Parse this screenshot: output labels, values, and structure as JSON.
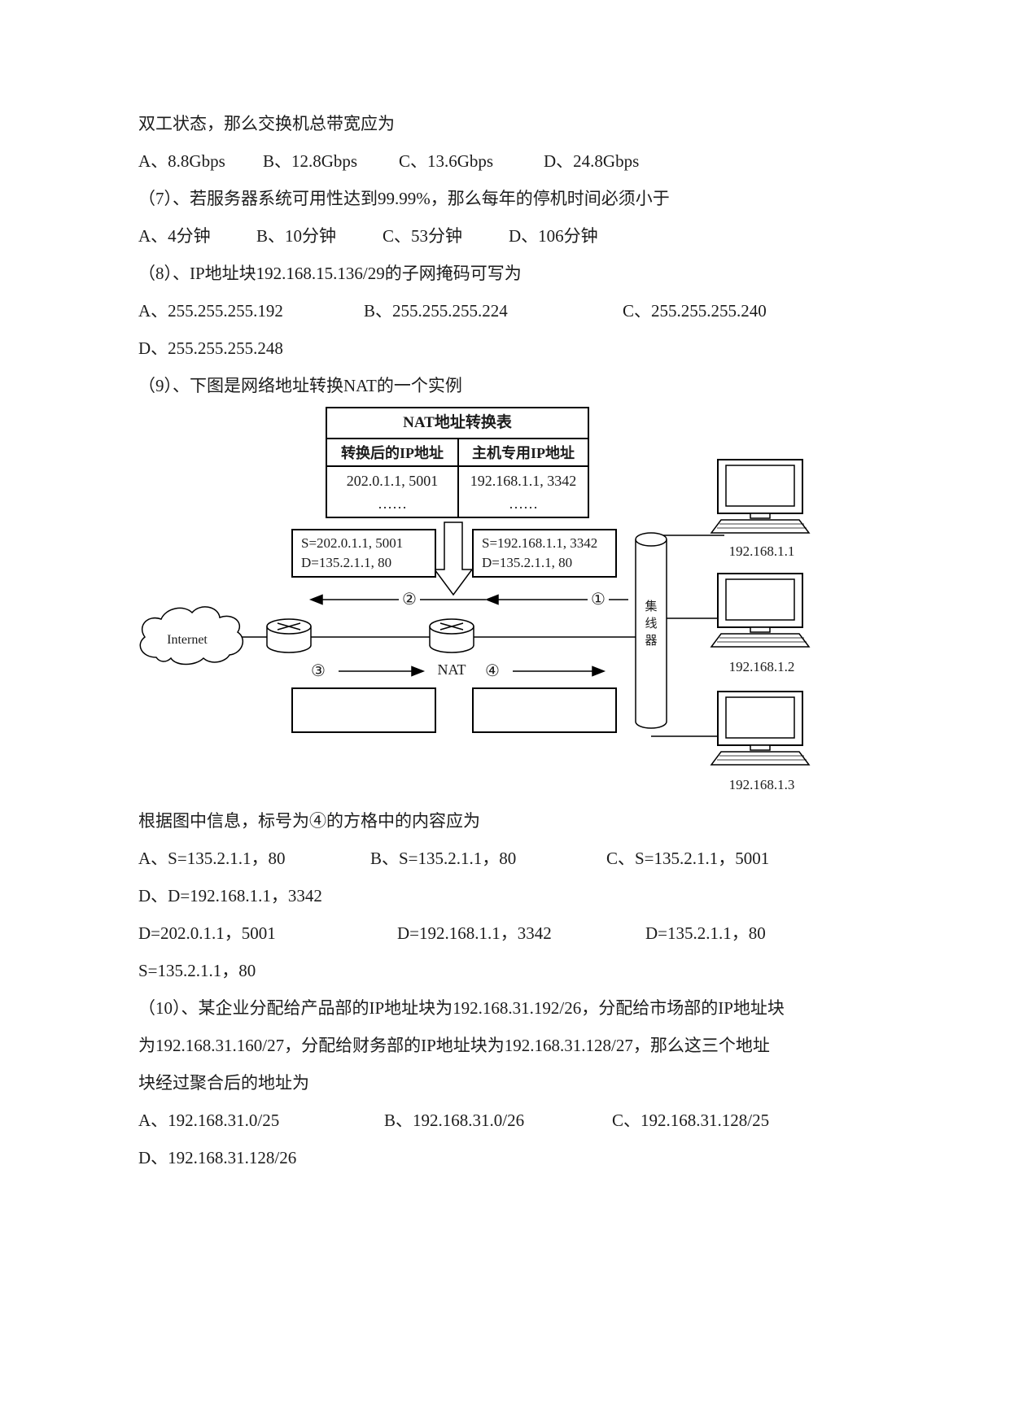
{
  "text": {
    "q6_tail": "双工状态，那么交换机总带宽应为",
    "q6_options": [
      "A、8.8Gbps",
      "B、12.8Gbps",
      "C、13.6Gbps",
      "D、24.8Gbps"
    ],
    "q7_stem": "（7）、若服务器系统可用性达到99.99%，那么每年的停机时间必须小于",
    "q7_options": [
      "A、4分钟",
      "B、10分钟",
      "C、53分钟",
      "D、106分钟"
    ],
    "q8_stem": "（8）、IP地址块192.168.15.136/29的子网掩码可写为",
    "q8_options_abc": [
      "A、255.255.255.192",
      "B、255.255.255.224",
      "C、255.255.255.240"
    ],
    "q8_option_d": "D、255.255.255.248",
    "q9_stem": "（9）、下图是网络地址转换NAT的一个实例",
    "q9_question": "根据图中信息，标号为④的方格中的内容应为",
    "q9_options_row1": [
      "A、S=135.2.1.1，80",
      "B、S=135.2.1.1，80",
      "C、S=135.2.1.1，5001"
    ],
    "q9_option_d": "D、D=192.168.1.1，3342",
    "q9_options_row2": [
      "D=202.0.1.1，5001",
      "D=192.168.1.1，3342",
      "D=135.2.1.1，80"
    ],
    "q9_last_line": "S=135.2.1.1，80",
    "q10_stem_line1": "（10）、某企业分配给产品部的IP地址块为192.168.31.192/26，分配给市场部的IP地址块",
    "q10_stem_line2": "为192.168.31.160/27，分配给财务部的IP地址块为192.168.31.128/27，那么这三个地址",
    "q10_stem_line3": "块经过聚合后的地址为",
    "q10_options_abc": [
      "A、192.168.31.0/25",
      "B、192.168.31.0/26",
      "C、192.168.31.128/25"
    ],
    "q10_option_d": "D、192.168.31.128/26"
  },
  "diagram": {
    "nat_table": {
      "title": "NAT地址转换表",
      "header_left": "转换后的IP地址",
      "header_right": "主机专用IP地址",
      "row_left": "202.0.1.1, 5001",
      "row_right": "192.168.1.1, 3342",
      "dots_left": "……",
      "dots_right": "……"
    },
    "packet_left": {
      "line1": "S=202.0.1.1, 5001",
      "line2": "D=135.2.1.1, 80"
    },
    "packet_right": {
      "line1": "S=192.168.1.1, 3342",
      "line2": "D=135.2.1.1, 80"
    },
    "labels": {
      "internet": "Internet",
      "nat": "NAT",
      "step1": "①",
      "step2": "②",
      "step3": "③",
      "step4": "④",
      "bus": "集线器"
    },
    "hosts": [
      "192.168.1.1",
      "192.168.1.2",
      "192.168.1.3"
    ]
  }
}
